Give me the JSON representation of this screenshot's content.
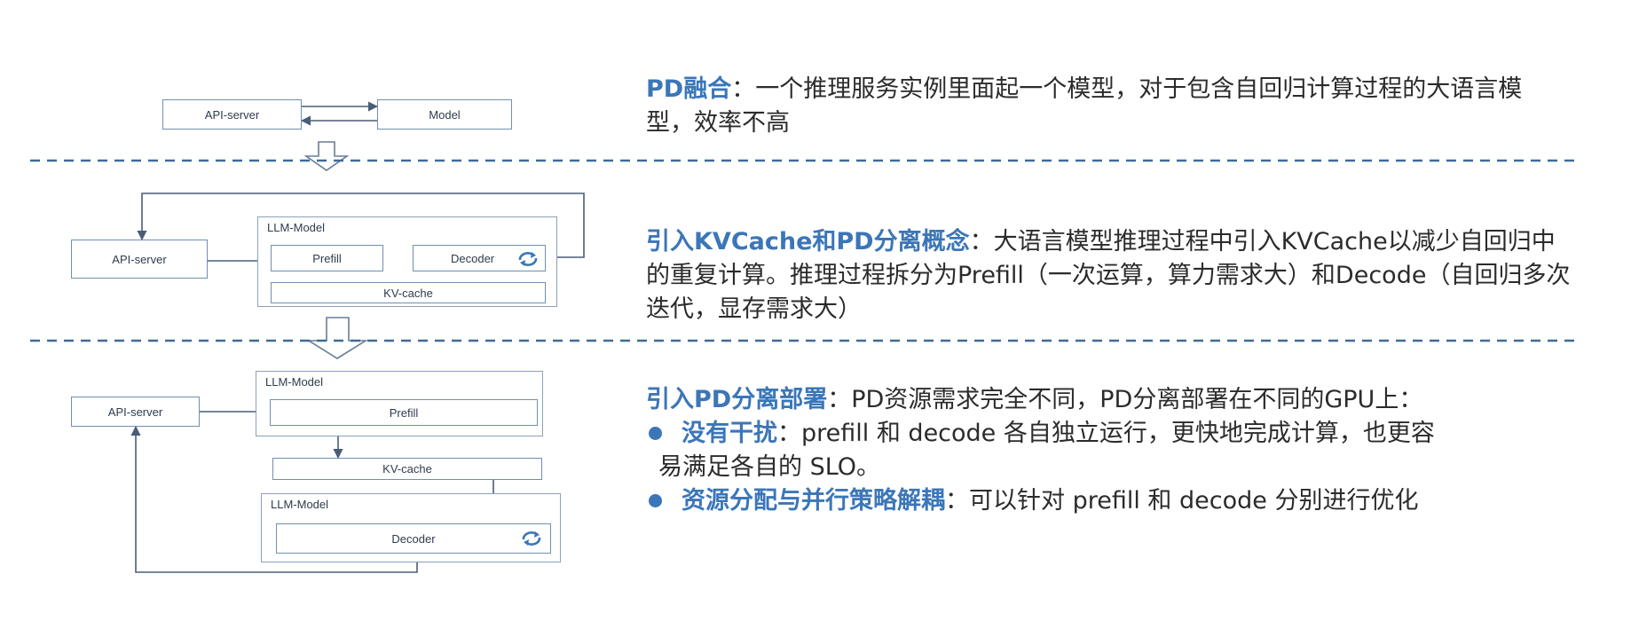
{
  "diagram1": {
    "api_server": "API-server",
    "model": "Model"
  },
  "diagram2": {
    "api_server": "API-server",
    "group_title": "LLM-Model",
    "prefill": "Prefill",
    "decoder": "Decoder",
    "kv_cache": "KV-cache"
  },
  "diagram3": {
    "api_server": "API-server",
    "group1_title": "LLM-Model",
    "prefill": "Prefill",
    "kv_cache": "KV-cache",
    "group2_title": "LLM-Model",
    "decoder": "Decoder"
  },
  "section1": {
    "title": "PD融合",
    "colon": "：",
    "text": "一个推理服务实例里面起一个模型，对于包含自回归计算过程的大语言模型，效率不高"
  },
  "section2": {
    "title": "引入KVCache和PD分离概念",
    "colon": "：",
    "text": "大语言模型推理过程中引入KVCache以减少自回归中的重复计算。推理过程拆分为Prefill（一次运算，算力需求大）和Decode（自回归多次迭代，显存需求大）"
  },
  "section3": {
    "title": "引入PD分离部署",
    "colon": "：",
    "text": "PD资源需求完全不同，PD分离部署在不同的GPU上：",
    "bullets": [
      {
        "title": "没有干扰",
        "colon": "：",
        "text_line1": "prefill 和 decode 各自独立运行，更快地完成计算，也更容",
        "text_line2": "易满足各自的 SLO。"
      },
      {
        "title": "资源分配与并行策略解耦",
        "colon": "：",
        "text_line1": "可以针对 prefill 和 decode 分别进行优化",
        "text_line2": ""
      }
    ]
  },
  "colors": {
    "accent": "#3b76b8",
    "box_border": "#6f8fb2",
    "divider": "#3f6a9a"
  }
}
